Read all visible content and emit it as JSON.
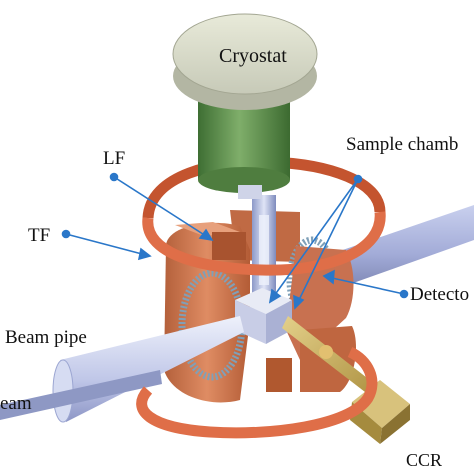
{
  "labels": {
    "cryostat": "Cryostat",
    "lf": "LF",
    "sample_chamber": "Sample chamb",
    "tf": "TF",
    "detector": "Detecto",
    "beam_pipe": "Beam pipe",
    "beam": "eam",
    "ccr": "CCR"
  },
  "colors": {
    "cryostat_top": "#dcdfcf",
    "cryostat_body": "#5e8f4c",
    "coil": "#df6e48",
    "magnet": "#d9805a",
    "magnet_dark": "#ab5634",
    "detector": "#7fa0b8",
    "pipe": "#9ca6d2",
    "pipe_light": "#d6dcf2",
    "ccr_arm": "#c9b060",
    "arrow": "#2a77c9",
    "text": "#111111"
  },
  "icons": {
    "label_arrow": "arrow-with-dot"
  }
}
